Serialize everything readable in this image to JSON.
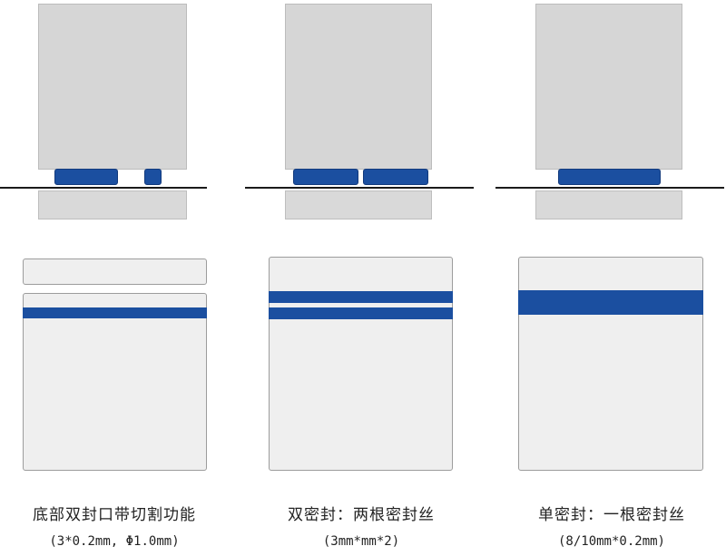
{
  "panels": [
    {
      "title": "底部双封口带切割功能",
      "spec": "(3*0.2mm, Φ1.0mm)"
    },
    {
      "title": "双密封：两根密封丝",
      "spec": "(3mm*mm*2)"
    },
    {
      "title": "单密封：一根密封丝",
      "spec": "(8/10mm*0.2mm)"
    }
  ],
  "colors": {
    "seal_wire": "#1b4fa0",
    "head_gray": "#d6d6d6",
    "bag_fill": "#efefef",
    "film_line": "#1a1a1a"
  }
}
